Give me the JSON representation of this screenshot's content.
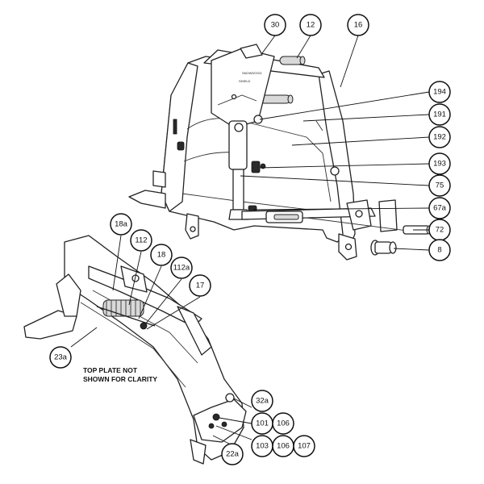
{
  "diagram": {
    "note_lines": [
      "TOP PLATE NOT",
      "SHOWN FOR CLARITY"
    ],
    "logo_marks": [
      "SNOWDOGG",
      "SHIELD"
    ],
    "callouts": [
      {
        "label": "30"
      },
      {
        "label": "12"
      },
      {
        "label": "16"
      },
      {
        "label": "194"
      },
      {
        "label": "191"
      },
      {
        "label": "192"
      },
      {
        "label": "193"
      },
      {
        "label": "75"
      },
      {
        "label": "67a"
      },
      {
        "label": "72"
      },
      {
        "label": "8"
      },
      {
        "label": "18a"
      },
      {
        "label": "112"
      },
      {
        "label": "18"
      },
      {
        "label": "112a"
      },
      {
        "label": "17"
      },
      {
        "label": "23a"
      },
      {
        "label": "32a"
      },
      {
        "label": "101"
      },
      {
        "label": "106"
      },
      {
        "label": "103"
      },
      {
        "label": "106"
      },
      {
        "label": "107"
      },
      {
        "label": "22a"
      }
    ]
  }
}
